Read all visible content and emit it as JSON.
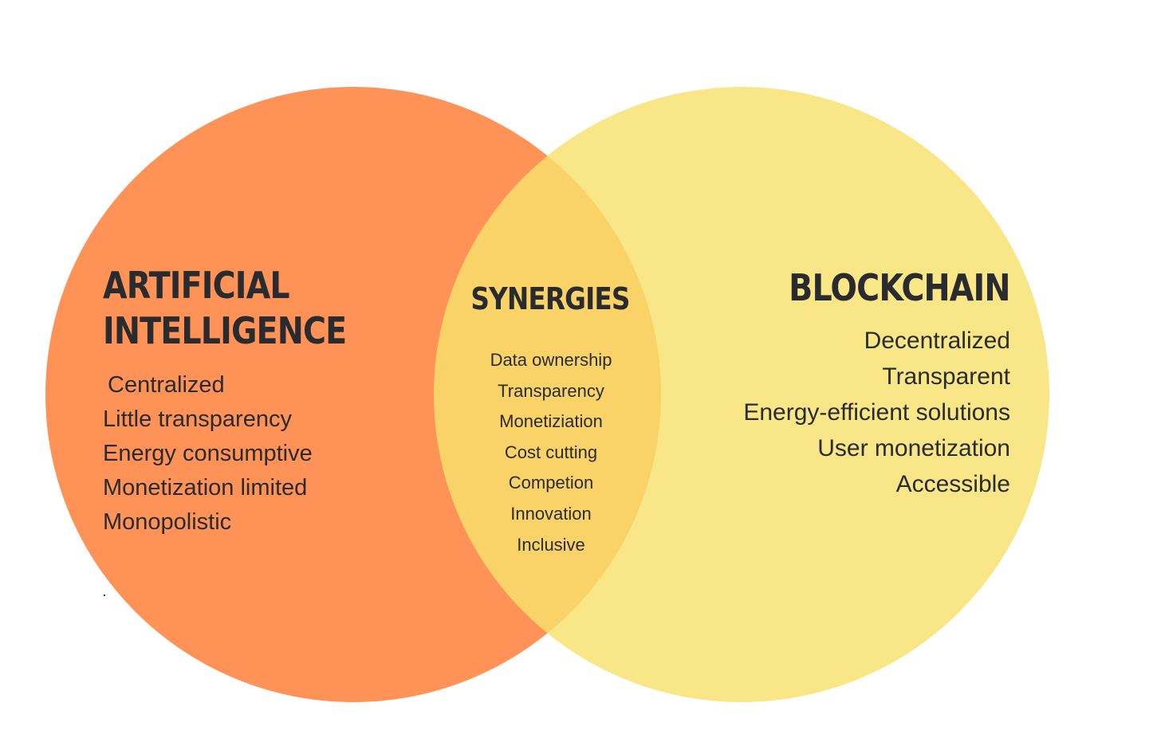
{
  "colors": {
    "ai_circle": "#fe9257",
    "blockchain_circle": "#f8e16c",
    "overlap": "#f8cf5f",
    "text": "#2a2b2e"
  },
  "ai": {
    "heading_line1": "ARTIFICIAL",
    "heading_line2": "INTELLIGENCE",
    "items": [
      "Centralized",
      "Little transparency",
      "Energy consumptive",
      "Monetization limited",
      "Monopolistic"
    ]
  },
  "synergies": {
    "heading": "SYNERGIES",
    "items": [
      "Data ownership",
      "Transparency",
      "Monetiziation",
      "Cost cutting",
      "Competion",
      "Innovation",
      "Inclusive"
    ]
  },
  "blockchain": {
    "heading": "BLOCKCHAIN",
    "items": [
      "Decentralized",
      "Transparent",
      "Energy-efficient solutions",
      "User monetization",
      "Accessible"
    ]
  },
  "stray_mark": "."
}
